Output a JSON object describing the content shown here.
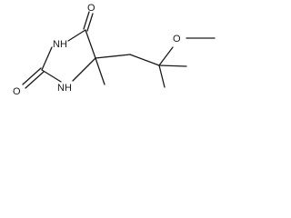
{
  "structure": {
    "atoms": {
      "o_top": "O",
      "n_left": "NH",
      "o_left": "O",
      "n_bottom": "NH",
      "o_methoxy": "O"
    },
    "colors": {
      "ink": "#1a1a1a",
      "background": "#ffffff"
    }
  }
}
